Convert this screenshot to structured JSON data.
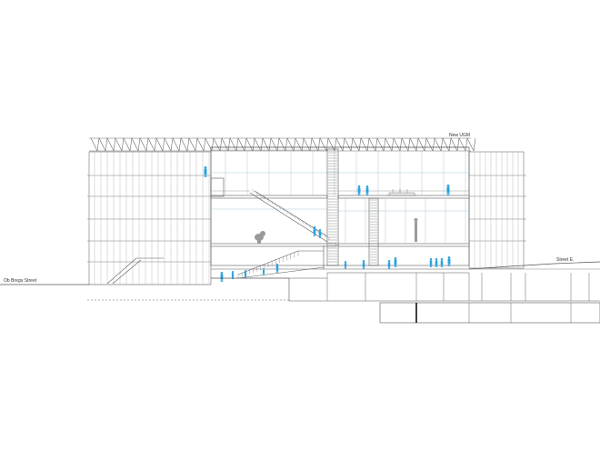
{
  "labels": {
    "building_name": "New UGM",
    "street_left": "Ob Bregu Street",
    "street_right": "Street E."
  },
  "colors": {
    "line": "#5a5a5a",
    "line_light": "#9a9a9a",
    "glass": "#a9c9dc",
    "people": "#2aa3e0",
    "ground_fill": "#ffffff"
  },
  "icons": {
    "people": "person-silhouette",
    "sculpture": "sculpture-silhouette"
  }
}
